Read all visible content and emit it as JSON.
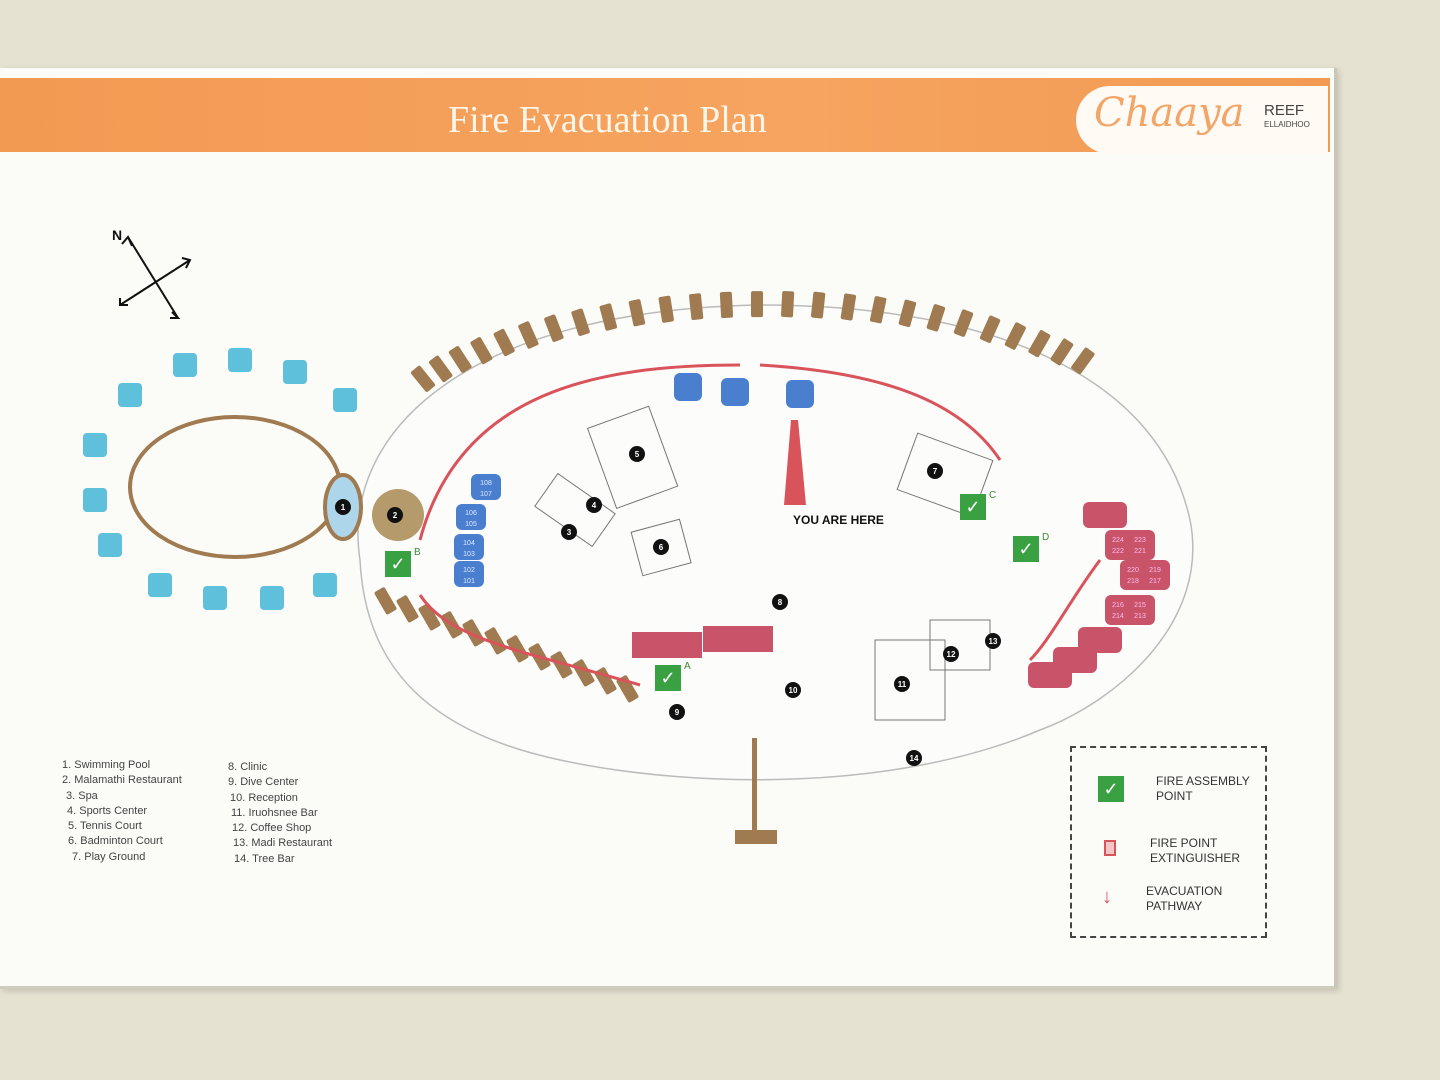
{
  "header": {
    "title": "Fire Evacuation Plan",
    "logo_script": "Chaaya",
    "logo_reef": "REEF",
    "logo_sub": "ELLAIDHOO"
  },
  "compass": {
    "north_label": "N"
  },
  "map": {
    "you_are_here": "YOU ARE HERE",
    "markers": [
      "1",
      "2",
      "3",
      "4",
      "5",
      "6",
      "7",
      "8",
      "9",
      "10",
      "11",
      "12",
      "13",
      "14"
    ],
    "assembly_points": [
      "A",
      "B",
      "C",
      "D"
    ],
    "blue_rooms": [
      "101",
      "102",
      "103",
      "104",
      "105",
      "106",
      "107",
      "108"
    ],
    "red_villas": [
      [
        "224",
        "223",
        "222",
        "221"
      ],
      [
        "220",
        "219",
        "218",
        "217"
      ],
      [
        "216",
        "215",
        "214",
        "213"
      ]
    ],
    "colors": {
      "header": "#f29a52",
      "path": "#d9535a",
      "assembly": "#3aa143",
      "blue_room": "#4a7fd0",
      "red_room": "#c9546a",
      "brown_room": "#a07a50",
      "water_villa": "#5fc0dc"
    }
  },
  "legend_places": {
    "col1": [
      "1. Swimming Pool",
      "2. Malamathi Restaurant",
      "3. Spa",
      "4. Sports Center",
      "5. Tennis Court",
      "6. Badminton Court",
      "7. Play Ground"
    ],
    "col2": [
      "8. Clinic",
      "9. Dive Center",
      "10. Reception",
      "11. Iruohsnee Bar",
      "12. Coffee Shop",
      "13. Madi Restaurant",
      "14. Tree Bar"
    ]
  },
  "legend_symbols": {
    "assembly": "FIRE ASSEMBLY POINT",
    "extinguisher": "FIRE POINT EXTINGUISHER",
    "pathway": "EVACUATION PATHWAY"
  }
}
